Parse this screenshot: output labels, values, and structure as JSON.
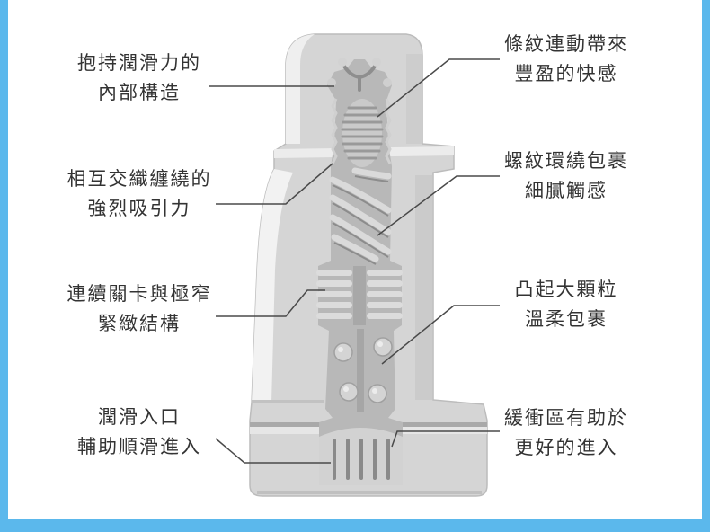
{
  "colors": {
    "frame": "#5bb8ec",
    "text": "#333333",
    "leader": "#4a4a4a"
  },
  "callouts_left": [
    {
      "line1": "抱持潤滑力的",
      "line2": "內部構造"
    },
    {
      "line1": "相互交織纏繞的",
      "line2": "強烈吸引力"
    },
    {
      "line1": "連續關卡與極窄",
      "line2": "緊緻結構"
    },
    {
      "line1": "潤滑入口",
      "line2": "輔助順滑進入"
    }
  ],
  "callouts_right": [
    {
      "line1": "條紋連動帶來",
      "line2": "豐盈的快感"
    },
    {
      "line1": "螺紋環繞包裹",
      "line2": "細膩觸感"
    },
    {
      "line1": "凸起大顆粒",
      "line2": "溫柔包裹"
    },
    {
      "line1": "緩衝區有助於",
      "line2": "更好的進入"
    }
  ]
}
